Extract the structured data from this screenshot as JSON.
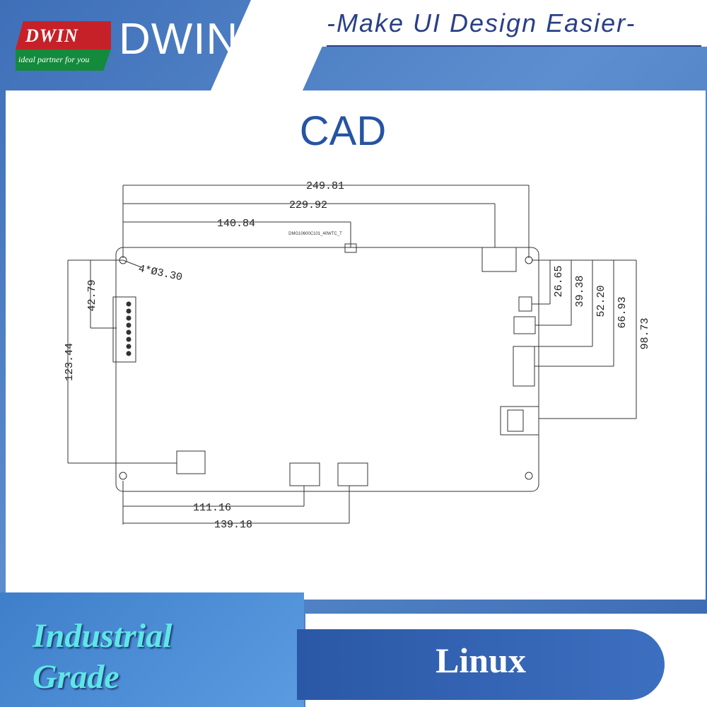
{
  "header": {
    "logo_text": "DWIN",
    "logo_tagline": "ideal partner for you",
    "brand": "DWIN",
    "slogan": "-Make UI Design Easier-"
  },
  "title": "CAD",
  "drawing": {
    "part_label": "DMG10600C101_40WTC_T",
    "hole_note": "4*Ø3.30",
    "dimensions": {
      "overall_width": "249.81",
      "hole_span": "229.92",
      "to_connector": "140.84",
      "left_top": "42.79",
      "left_bottom": "123.44",
      "right_1": "26.65",
      "right_2": "39.38",
      "right_3": "52.20",
      "right_4": "66.93",
      "right_5": "98.73",
      "bottom_1": "111.16",
      "bottom_2": "139.18"
    }
  },
  "footer": {
    "badge_line1": "Industrial",
    "badge_line2": "Grade",
    "os_label": "Linux"
  },
  "colors": {
    "brand_blue": "#3e6fb8",
    "title_blue": "#2654a3",
    "slogan_navy": "#2a3f86",
    "badge_cyan": "#5fe6e6",
    "logo_red": "#c62128",
    "logo_green": "#148a3c"
  }
}
